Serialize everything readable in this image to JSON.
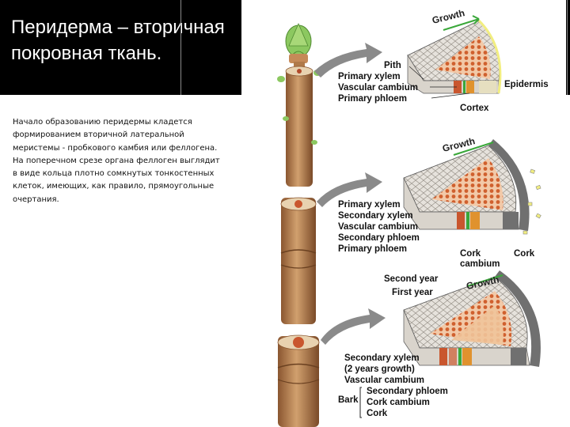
{
  "slide": {
    "title": "Перидерма – вторичная покровная ткань.",
    "paragraphs": [
      "Начало образованию перидермы кладется формированием вторичной латеральной меристемы - пробкового камбия или феллогена.",
      "На поперечном срезе органа феллоген выглядит в виде кольца плотно сомкнутых тонкостенных клеток, имеющих, как правило, прямоугольные очертания."
    ]
  },
  "figure": {
    "panel1": {
      "growth": "Growth",
      "labels": [
        "Pith",
        "Primary xylem",
        "Vascular cambium",
        "Primary phloem",
        "Epidermis",
        "Cortex"
      ]
    },
    "panel2": {
      "growth": "Growth",
      "labels": [
        "Primary xylem",
        "Secondary xylem",
        "Vascular cambium",
        "Secondary phloem",
        "Primary phloem",
        "Cork",
        "cambium",
        "Cork"
      ]
    },
    "panel3": {
      "growth": "Growth",
      "labels": [
        "Second year",
        "First year",
        "Secondary xylem",
        "(2 years growth)",
        "Vascular cambium",
        "Secondary phloem",
        "Bark",
        "Cork cambium",
        "Cork"
      ]
    },
    "colors": {
      "wood": "#b8805a",
      "xylem_red": "#c9562e",
      "cambium_green": "#3aa83a",
      "phloem_orange": "#e0922e",
      "cork_gray": "#707070",
      "bud_green": "#8cc860"
    }
  }
}
